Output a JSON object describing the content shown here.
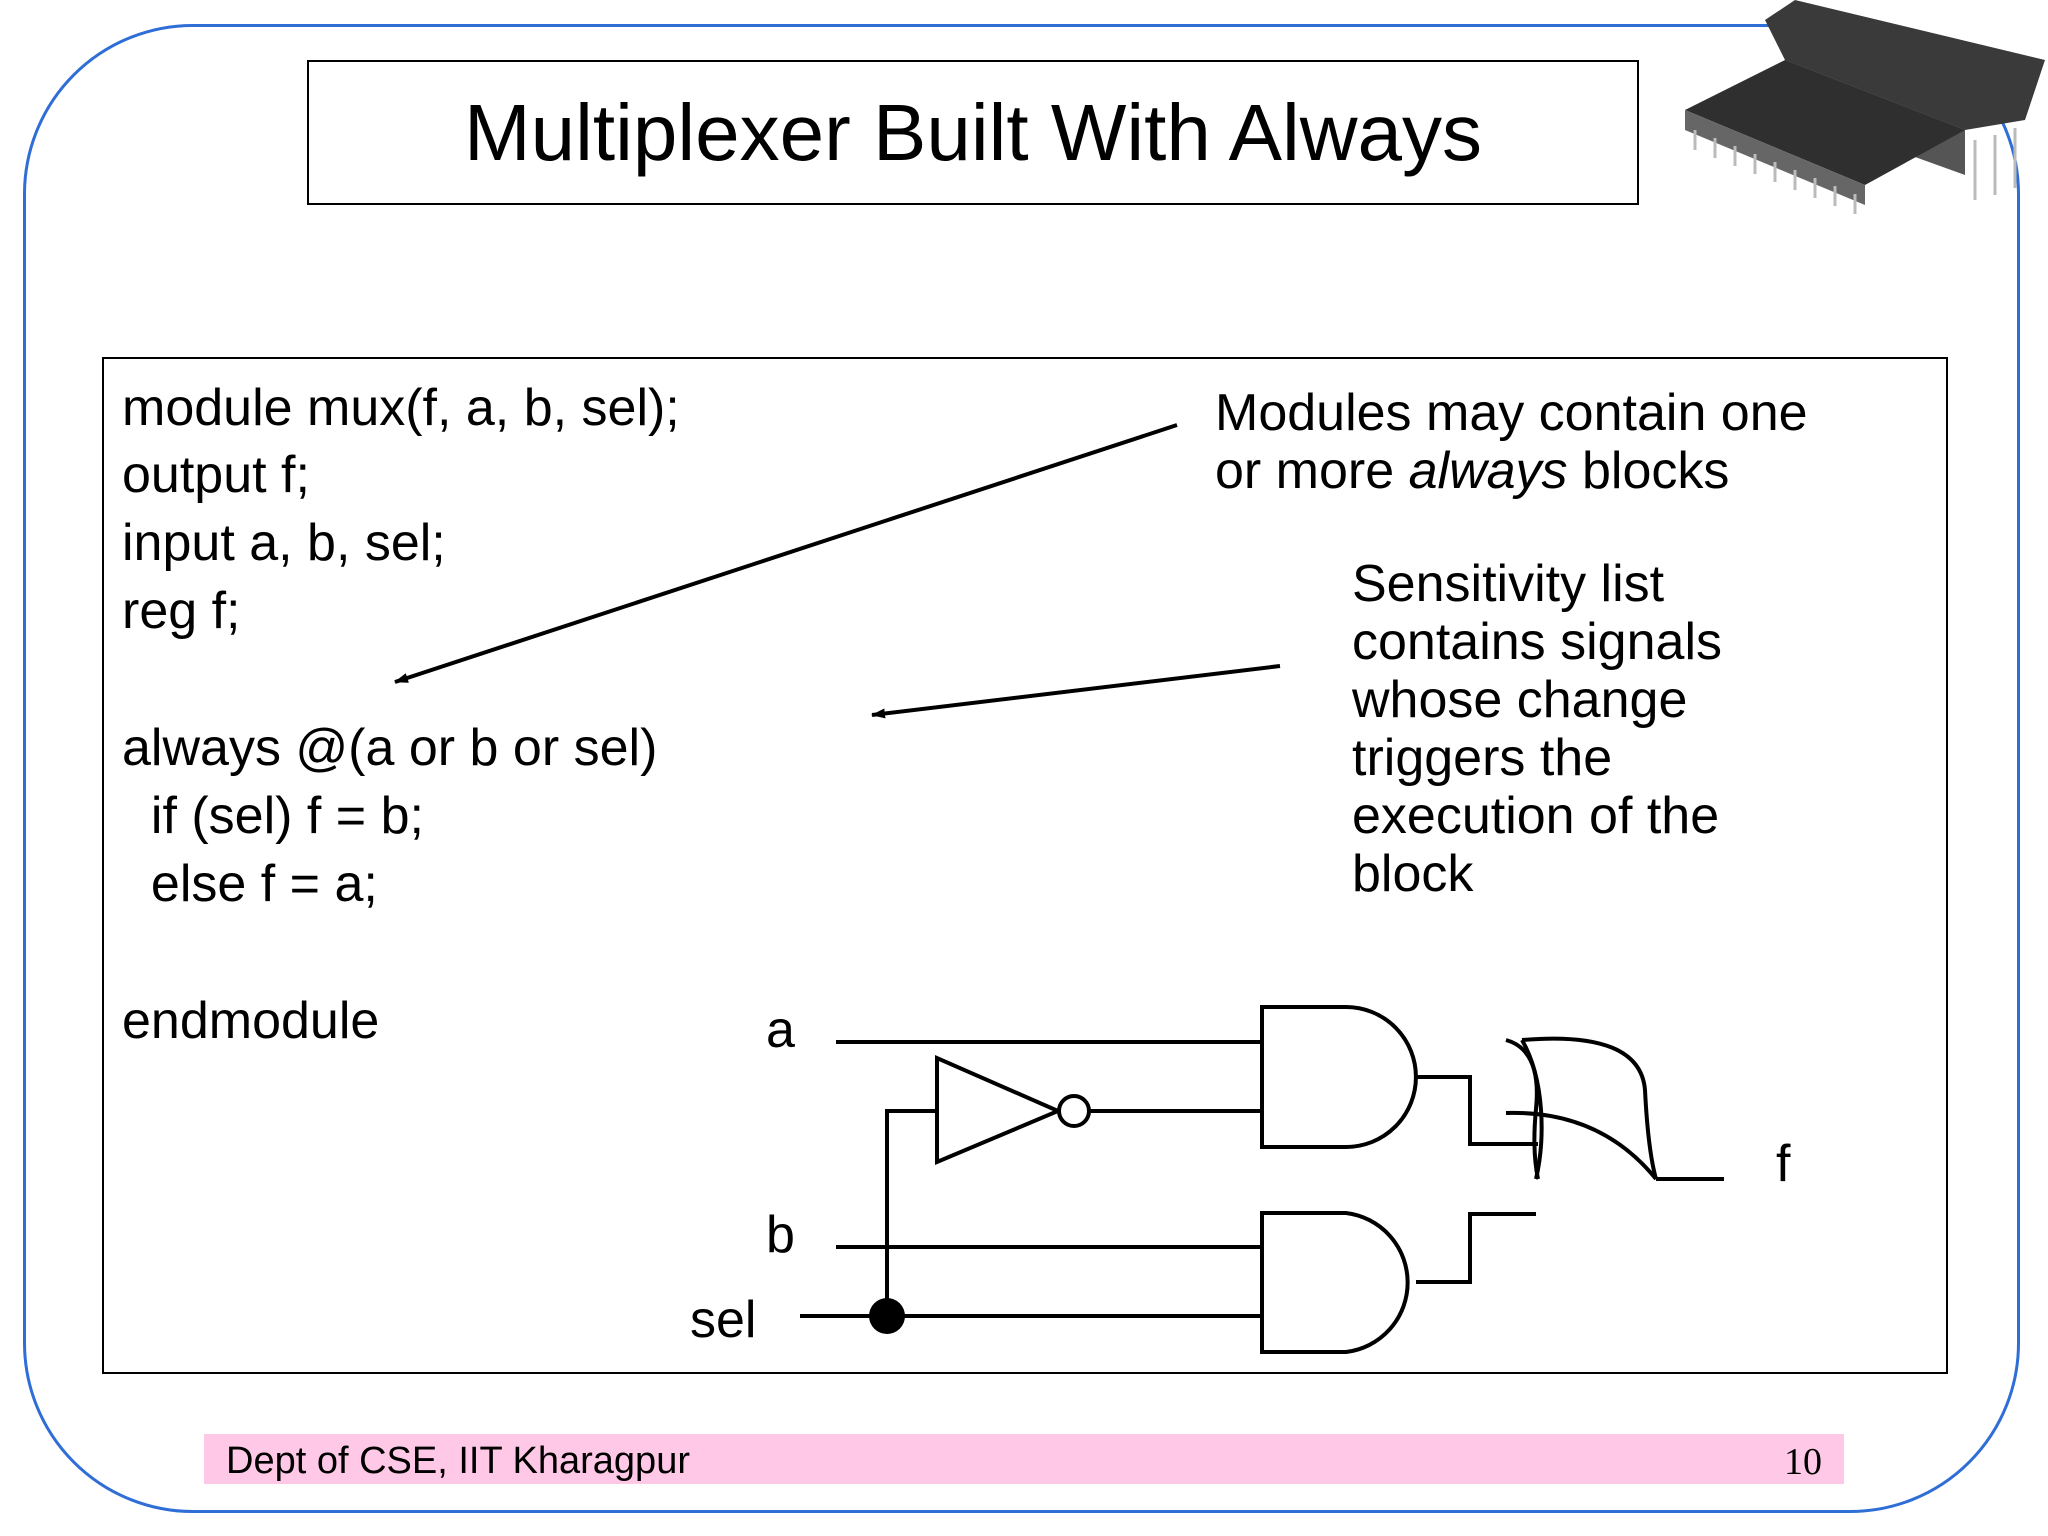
{
  "slide": {
    "title": "Multiplexer Built With Always",
    "code": {
      "l1": "module mux(f, a, b, sel);",
      "l2": "output f;",
      "l3": "input a, b, sel;",
      "l4": "reg f;",
      "l5": "always @(a or b or sel)",
      "l6": "  if (sel) f = b;",
      "l7": "  else f = a;",
      "l8": "endmodule"
    },
    "note1": {
      "line1": "Modules may contain one",
      "line2_pre": "or more ",
      "line2_em": "always",
      "line2_post": " blocks"
    },
    "note2": {
      "lines": [
        "Sensitivity list",
        "contains signals",
        "whose change",
        "triggers the",
        "execution of the",
        "block"
      ]
    },
    "diagram": {
      "label_a": "a",
      "label_b": "b",
      "label_sel": "sel",
      "label_f": "f"
    },
    "footer": {
      "dept": "Dept of CSE, IIT Kharagpur",
      "page": "10"
    },
    "colors": {
      "frame": "#2f6ed6",
      "footer_bg": "#ffc8e6"
    },
    "icons": {
      "chip": "ic-chip-image"
    }
  }
}
